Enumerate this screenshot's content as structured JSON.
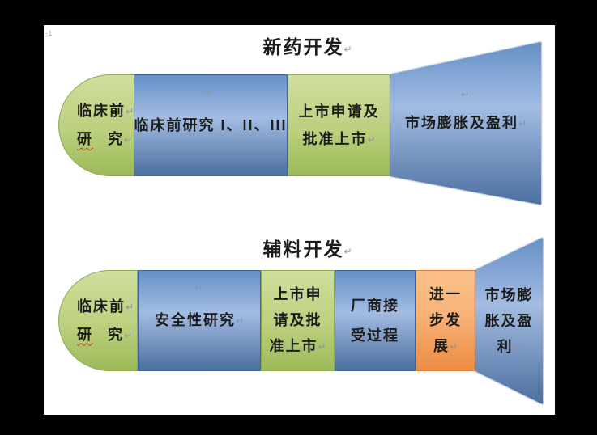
{
  "colors": {
    "canvas_bg": "#000000",
    "page_bg": "#ffffff",
    "text": "#1c1c1c",
    "mark": "#8a94a0",
    "squiggle": "#e03a2f",
    "green_top": "#cfdf9e",
    "green_mid": "#bcd07e",
    "green_bottom": "#9cba58",
    "green_border": "#8fa952",
    "blue_top": "#6590c7",
    "blue_light": "#a3bce2",
    "blue_bottom": "#4c6f9f",
    "blue_border": "#41639b",
    "orange_top": "#fac189",
    "orange_mid": "#f8b277",
    "orange_bottom": "#ec8c42",
    "orange_border": "#d97b35"
  },
  "marks": {
    "return": "↵",
    "stray": "-1"
  },
  "top_diagram": {
    "title": "新药开发",
    "stages": {
      "capsule": {
        "line1": "临床前",
        "line2_word1": "研",
        "line2_word2": "究"
      },
      "clinical": {
        "text": "临床前研究 I、II、III"
      },
      "approval": {
        "line1": "上市申请及",
        "line2": "批准上市"
      },
      "market": {
        "text": "市场膨胀及盈利"
      }
    }
  },
  "bottom_diagram": {
    "title": "辅料开发",
    "stages": {
      "capsule": {
        "line1": "临床前",
        "line2_word1": "研",
        "line2_word2": "究"
      },
      "safety": {
        "text": "安全性研究"
      },
      "approval": {
        "line1": "上市申",
        "line2": "请及批",
        "line3": "准上市"
      },
      "acceptance": {
        "line1": "厂商接",
        "line2": "受过程"
      },
      "development": {
        "line1": "进一",
        "line2": "步发",
        "line3": "展"
      },
      "market": {
        "line1": "市场膨",
        "line2": "胀及盈",
        "line3": "利"
      }
    }
  }
}
